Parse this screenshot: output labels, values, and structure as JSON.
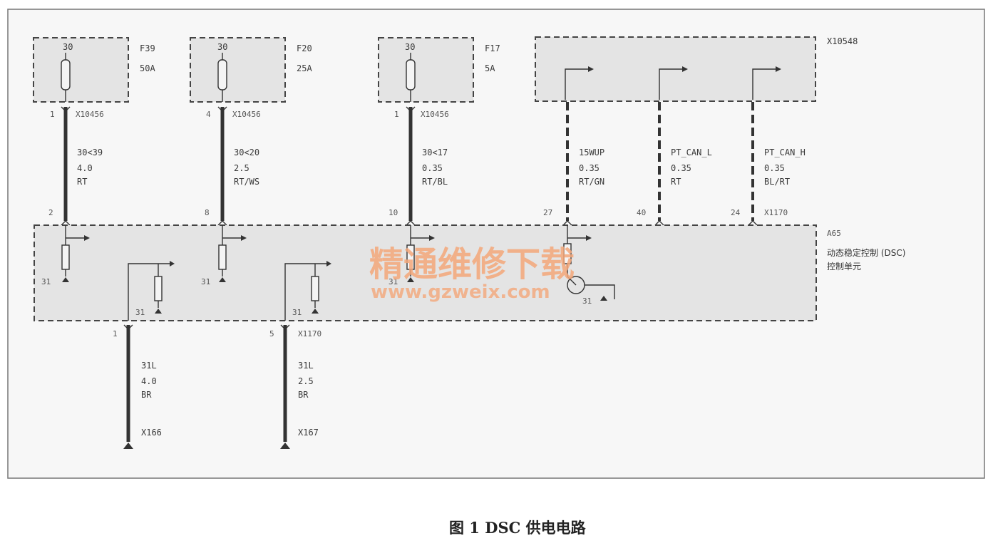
{
  "fuses": [
    {
      "pin": "30",
      "name": "F39",
      "rating": "50A",
      "conn_pin": "1",
      "connector": "X10456",
      "wire_id": "30<39",
      "wire_size": "4.0",
      "wire_color": "RT",
      "ecu_pin": "2"
    },
    {
      "pin": "30",
      "name": "F20",
      "rating": "25A",
      "conn_pin": "4",
      "connector": "X10456",
      "wire_id": "30<20",
      "wire_size": "2.5",
      "wire_color": "RT/WS",
      "ecu_pin": "8"
    },
    {
      "pin": "30",
      "name": "F17",
      "rating": "5A",
      "conn_pin": "1",
      "connector": "X10456",
      "wire_id": "30<17",
      "wire_size": "0.35",
      "wire_color": "RT/BL",
      "ecu_pin": "10"
    }
  ],
  "top_connector": {
    "name": "X10548"
  },
  "signals": [
    {
      "wire_id": "15WUP",
      "wire_size": "0.35",
      "wire_color": "RT/GN",
      "ecu_pin": "27"
    },
    {
      "wire_id": "PT_CAN_L",
      "wire_size": "0.35",
      "wire_color": "RT",
      "ecu_pin": "40"
    },
    {
      "wire_id": "PT_CAN_H",
      "wire_size": "0.35",
      "wire_color": "BL/RT",
      "ecu_pin": "24",
      "connector": "X1170"
    }
  ],
  "module": {
    "id": "A65",
    "name_line1": "动态稳定控制 (DSC)",
    "name_line2": "控制单元"
  },
  "internal_grounds": [
    "31",
    "31",
    "31",
    "31",
    "31",
    "31"
  ],
  "grounds": [
    {
      "pin": "1",
      "wire_id": "31L",
      "wire_size": "4.0",
      "wire_color": "BR",
      "ground": "X166"
    },
    {
      "pin": "5",
      "connector": "X1170",
      "wire_id": "31L",
      "wire_size": "2.5",
      "wire_color": "BR",
      "ground": "X167"
    }
  ],
  "watermark": {
    "line1": "精通维修下载",
    "line2": "www.gzweix.com"
  },
  "caption": "图 1   DSC 供电电路"
}
